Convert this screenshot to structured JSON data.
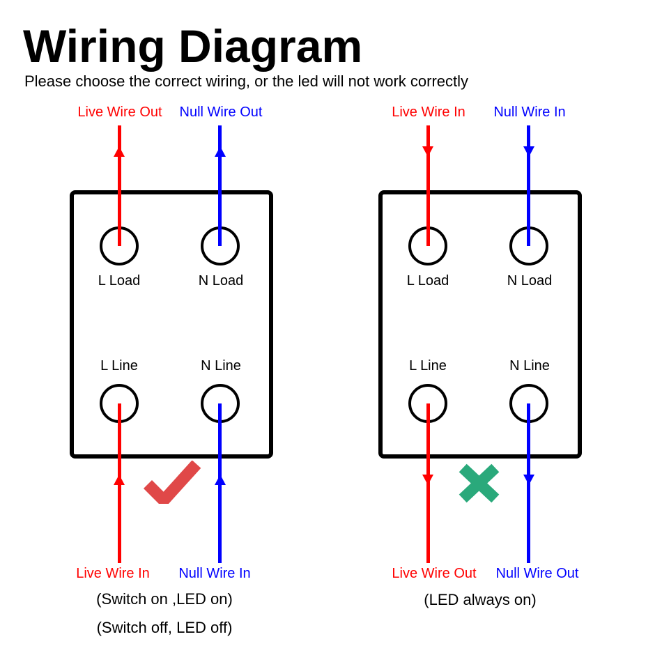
{
  "header": {
    "title": "Wiring Diagram",
    "subtitle": "Please choose the correct wiring, or the led will not work correctly"
  },
  "colors": {
    "live_wire": "#ff0000",
    "null_wire": "#0000ff",
    "check_mark": "#e04848",
    "cross_mark": "#2aa97b",
    "box_outline": "#000000"
  },
  "diagrams": [
    {
      "name": "correct-wiring",
      "result": "correct",
      "flow_direction": "up",
      "top_labels": {
        "live": "Live Wire Out",
        "null": "Null Wire Out"
      },
      "terminals": {
        "l_load": "L Load",
        "n_load": "N Load",
        "l_line": "L Line",
        "n_line": "N Line"
      },
      "bottom_labels": {
        "live": "Live Wire In",
        "null": "Null Wire In"
      },
      "captions": [
        "(Switch on ,LED on)",
        "(Switch off, LED off)"
      ]
    },
    {
      "name": "incorrect-wiring",
      "result": "incorrect",
      "flow_direction": "down",
      "top_labels": {
        "live": "Live Wire In",
        "null": "Null Wire In"
      },
      "terminals": {
        "l_load": "L Load",
        "n_load": "N Load",
        "l_line": "L Line",
        "n_line": "N Line"
      },
      "bottom_labels": {
        "live": "Live Wire Out",
        "null": "Null Wire Out"
      },
      "captions": [
        "(LED always on)"
      ]
    }
  ]
}
